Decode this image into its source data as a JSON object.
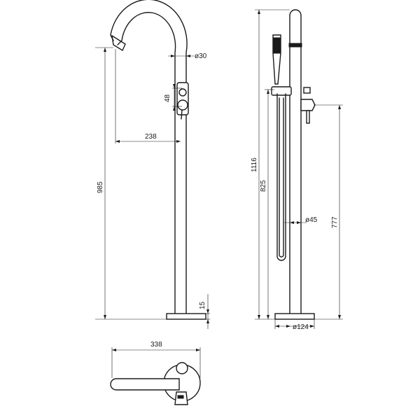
{
  "dimensions": {
    "spout_pipe": "ø30",
    "lever_height": "48",
    "spout_reach": "238",
    "spout_height": "985",
    "base_height": "15",
    "total_height": "1116",
    "handshower_height": "825",
    "hose": "ø45",
    "mixer_height": "777",
    "base_diameter": "ø124",
    "total_depth": "338"
  },
  "views": [
    "front-elevation",
    "side-elevation",
    "top-plan"
  ]
}
